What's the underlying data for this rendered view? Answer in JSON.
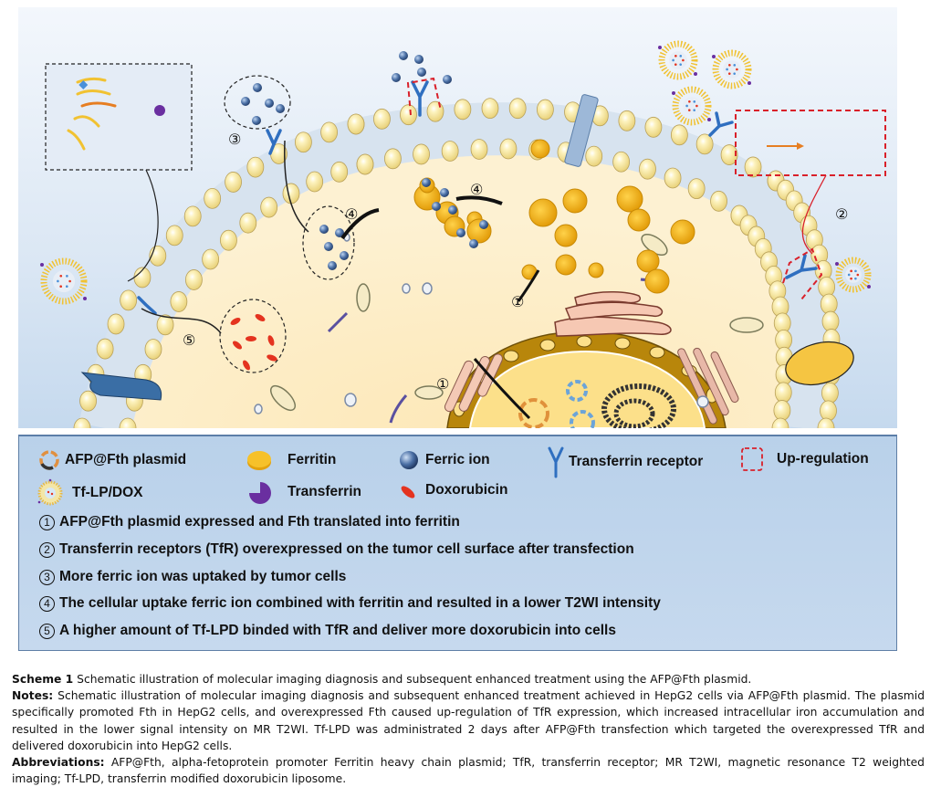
{
  "figure": {
    "labels": {
      "step1_a": "①",
      "step1_b": "①",
      "step2": "②",
      "step3": "③",
      "step4_a": "④",
      "step4_b": "④",
      "step5": "⑤"
    },
    "colors": {
      "background_top": "#f3f7fc",
      "background_bottom": "#c5d9ee",
      "cytoplasm": "#fdefc9",
      "lipid_head": "#fbeeab",
      "ferritin": "#f5b91d",
      "ferric_ion": "#4a6fa5",
      "transferrin_receptor": "#2f6fc0",
      "transferrin": "#6a2fa0",
      "doxorubicin": "#e4331f",
      "up_regulation": "#d9202a",
      "nucleus": "#b8860b",
      "legend_bg": "#bfd5ec"
    }
  },
  "legend": {
    "items": [
      {
        "icon": "plasmid-ring-icon",
        "label": "AFP@Fth plasmid"
      },
      {
        "icon": "ferritin-icon",
        "label": "Ferritin"
      },
      {
        "icon": "ferric-ion-icon",
        "label": "Ferric ion"
      },
      {
        "icon": "transferrin-receptor-icon",
        "label": "Transferrin receptor"
      },
      {
        "icon": "up-regulation-dashed-box-icon",
        "label": "Up-regulation"
      },
      {
        "icon": "liposome-icon",
        "label": "Tf-LP/DOX"
      },
      {
        "icon": "transferrin-icon",
        "label": "Transferrin"
      },
      {
        "icon": "doxorubicin-icon",
        "label": "Doxorubicin"
      }
    ],
    "steps": [
      {
        "num": "1",
        "text": "AFP@Fth plasmid expressed and Fth translated into ferritin"
      },
      {
        "num": "2",
        "text": "Transferrin receptors (TfR) overexpressed on the tumor cell surface after transfection"
      },
      {
        "num": "3",
        "text": "More ferric ion was uptaked by tumor cells"
      },
      {
        "num": "4",
        "text": "The cellular uptake ferric ion combined with ferritin and resulted in a lower T2WI intensity"
      },
      {
        "num": "5",
        "text": "A higher amount of Tf-LPD binded with TfR and deliver more doxorubicin into cells"
      }
    ]
  },
  "caption": {
    "scheme_label": "Scheme 1",
    "scheme_text": " Schematic illustration of molecular imaging diagnosis and subsequent enhanced treatment using the AFP@Fth plasmid.",
    "notes_label": "Notes:",
    "notes_text": " Schematic illustration of molecular imaging diagnosis and subsequent enhanced treatment achieved in HepG2 cells via AFP@Fth plasmid. The plasmid specifically promoted Fth in HepG2 cells, and overexpressed Fth caused up-regulation of TfR expression, which increased intracellular iron accumulation and resulted in the lower signal intensity on MR T2WI. Tf-LPD was administrated 2 days after AFP@Fth transfection which targeted the overexpressed TfR and delivered doxorubicin into HepG2 cells.",
    "abbrev_label": "Abbreviations:",
    "abbrev_text": " AFP@Fth, alpha-fetoprotein promoter Ferritin heavy chain plasmid; TfR, transferrin receptor; MR T2WI, magnetic resonance T2 weighted imaging; Tf-LPD, transferrin modified doxorubicin liposome."
  }
}
